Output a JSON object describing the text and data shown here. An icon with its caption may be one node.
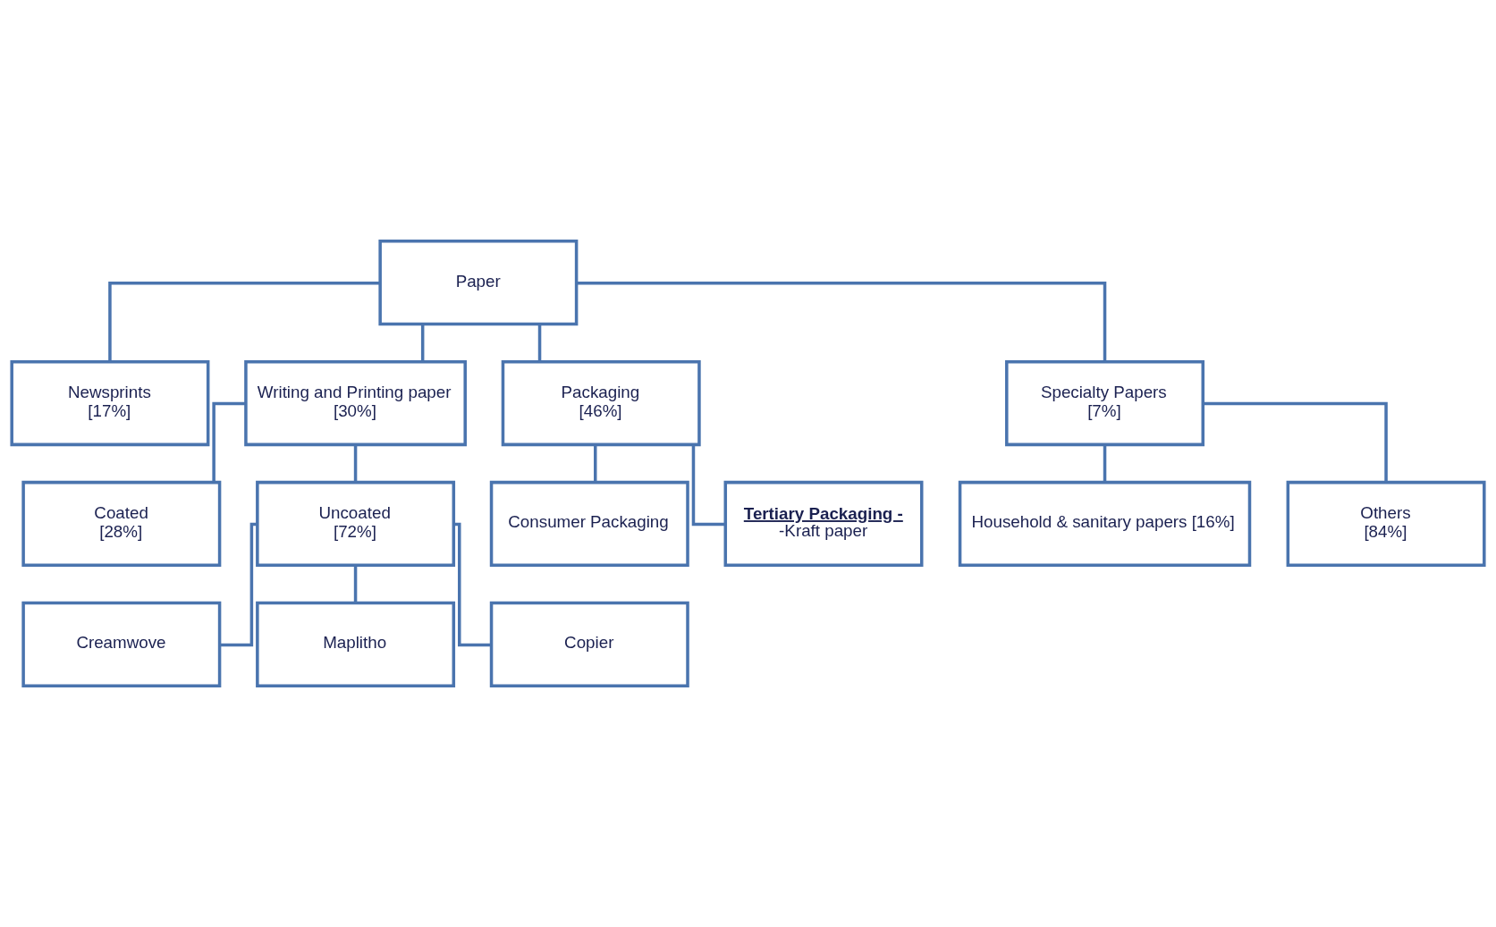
{
  "diagram": {
    "nodes": [
      {
        "text": [
          "Paper"
        ]
      },
      {
        "text": [
          "Newsprints",
          "[17%]"
        ]
      },
      {
        "text": [
          "Writing and Printing paper",
          "[30%]"
        ]
      },
      {
        "text": [
          "Packaging",
          "[46%]"
        ]
      },
      {
        "text": [
          "Specialty Papers",
          "[7%]"
        ]
      },
      {
        "text": [
          "Coated",
          "[28%]"
        ]
      },
      {
        "text": [
          "Uncoated",
          "[72%]"
        ]
      },
      {
        "text": [
          "Creamwove"
        ]
      },
      {
        "text": [
          "Maplitho"
        ]
      },
      {
        "text": [
          "Copier"
        ]
      },
      {
        "text": [
          "Consumer Packaging"
        ]
      },
      {
        "text": [
          "Tertiary Packaging -",
          "-Kraft paper"
        ]
      },
      {
        "text": [
          "Household & sanitary papers [16%]"
        ]
      },
      {
        "text": [
          "Others",
          "[84%]"
        ]
      }
    ],
    "edges": [
      {
        "from": 0,
        "to": 1,
        "arrow": "none"
      },
      {
        "from": 0,
        "to": 2,
        "arrow": "none"
      },
      {
        "from": 0,
        "to": 3,
        "arrow": "none"
      },
      {
        "from": 0,
        "to": 4,
        "arrow": "none"
      },
      {
        "from": 2,
        "to": 5,
        "arrow": "none"
      },
      {
        "from": 2,
        "to": 6,
        "arrow": "none"
      },
      {
        "from": 6,
        "to": 7,
        "arrow": "none"
      },
      {
        "from": 6,
        "to": 8,
        "arrow": "none"
      },
      {
        "from": 6,
        "to": 9,
        "arrow": "none"
      },
      {
        "from": 3,
        "to": 10,
        "arrow": "none"
      },
      {
        "from": 3,
        "to": 11,
        "arrow": "none"
      },
      {
        "from": 4,
        "to": 12,
        "arrow": "none"
      },
      {
        "from": 4,
        "to": 13,
        "arrow": "none"
      }
    ]
  }
}
